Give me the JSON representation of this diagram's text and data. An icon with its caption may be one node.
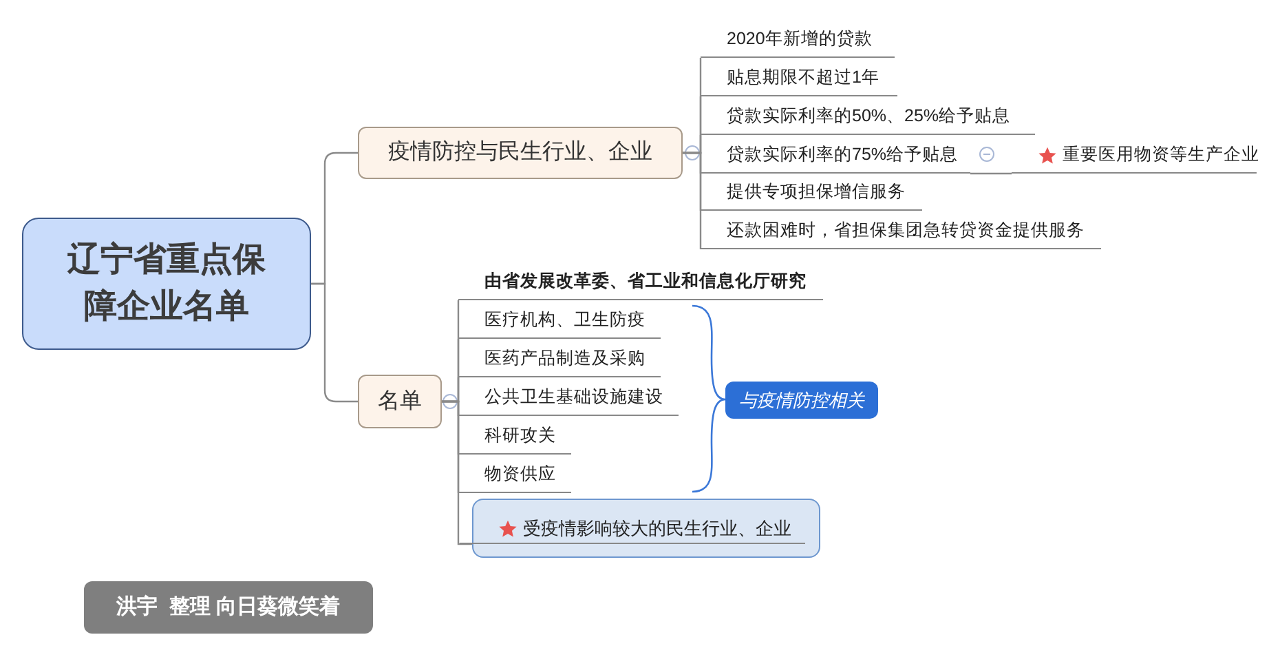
{
  "diagram": {
    "nodes": [
      {
        "text": [
          "辽宁省重点保障企业名单"
        ]
      },
      {
        "text": [
          "疫情防控与民生行业、企业"
        ]
      },
      {
        "text": [
          "2020年新增的贷款"
        ]
      },
      {
        "text": [
          "贴息期限不超过1年"
        ]
      },
      {
        "text": [
          "贷款实际利率的50%、25%给予贴息"
        ]
      },
      {
        "text": [
          "贷款实际利率的75%给予贴息"
        ]
      },
      {
        "text": [
          "提供专项担保增信服务"
        ]
      },
      {
        "text": [
          "还款困难时，省担保集团急转贷资金提供服务"
        ]
      },
      {
        "text": [
          "重要医用物资等生产企业"
        ]
      },
      {
        "text": [
          "名单"
        ]
      },
      {
        "text": [
          "由省发展改革委、省工业和信息化厅研究"
        ]
      },
      {
        "text": [
          "医疗机构、卫生防疫"
        ]
      },
      {
        "text": [
          "医药产品制造及采购"
        ]
      },
      {
        "text": [
          "公共卫生基础设施建设"
        ]
      },
      {
        "text": [
          "科研攻关"
        ]
      },
      {
        "text": [
          "物资供应"
        ]
      },
      {
        "text": [
          "受疫情影响较大的民生行业、企业"
        ]
      },
      {
        "text": [
          "与疫情防控相关"
        ]
      },
      {
        "text": [
          "洪宇  整理 向日葵微笑着"
        ]
      }
    ],
    "edges": [
      {
        "from": 0,
        "to": 1,
        "arrow": "none"
      },
      {
        "from": 0,
        "to": 9,
        "arrow": "none"
      },
      {
        "from": 1,
        "to": 2,
        "arrow": "none"
      },
      {
        "from": 1,
        "to": 3,
        "arrow": "none"
      },
      {
        "from": 1,
        "to": 4,
        "arrow": "none"
      },
      {
        "from": 1,
        "to": 5,
        "arrow": "none"
      },
      {
        "from": 1,
        "to": 6,
        "arrow": "none"
      },
      {
        "from": 1,
        "to": 7,
        "arrow": "none"
      },
      {
        "from": 5,
        "to": 8,
        "arrow": "none"
      },
      {
        "from": 9,
        "to": 10,
        "arrow": "none"
      },
      {
        "from": 9,
        "to": 11,
        "arrow": "none"
      },
      {
        "from": 9,
        "to": 12,
        "arrow": "none"
      },
      {
        "from": 9,
        "to": 13,
        "arrow": "none"
      },
      {
        "from": 9,
        "to": 14,
        "arrow": "none"
      },
      {
        "from": 9,
        "to": 15,
        "arrow": "none"
      },
      {
        "from": 9,
        "to": 16,
        "arrow": "none"
      }
    ]
  }
}
